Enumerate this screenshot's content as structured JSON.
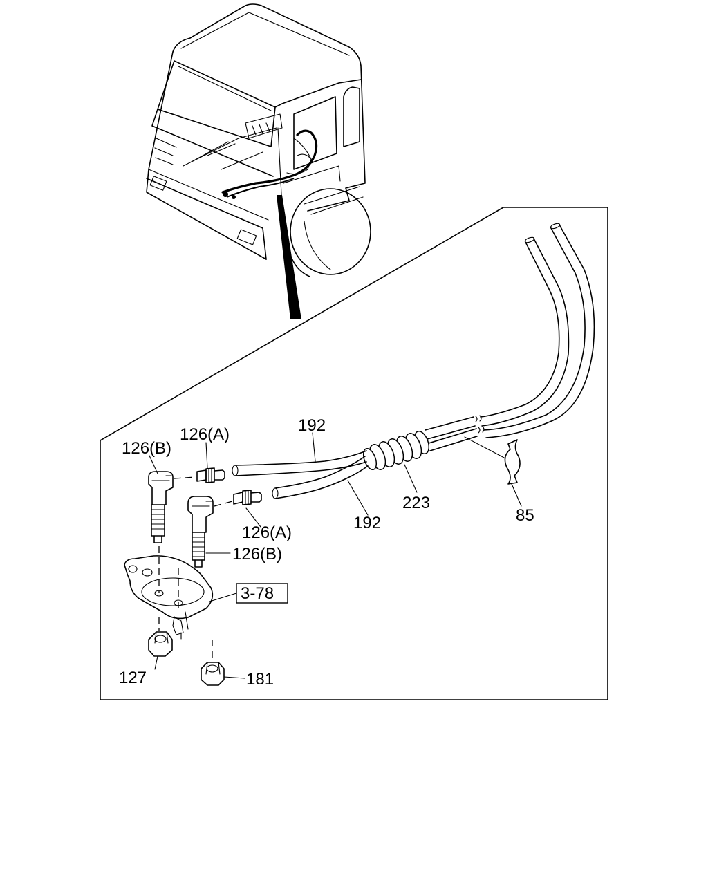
{
  "labels": {
    "hose_upper": "192",
    "hose_lower": "192",
    "connector_a_upper": "126(A)",
    "connector_a_lower": "126(A)",
    "nozzle_b_upper": "126(B)",
    "nozzle_b_lower": "126(B)",
    "protector": "223",
    "clip": "85",
    "bracket_ref": "3-78",
    "nut": "127",
    "spacer": "181"
  }
}
